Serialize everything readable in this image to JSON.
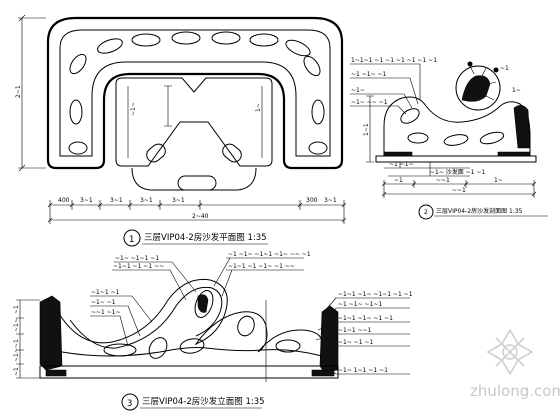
{
  "drawing": {
    "plan": {
      "caption_num": "1",
      "caption": "三层VIP04-2房沙发平面图 1:35",
      "top_dims": [
        "400",
        "3~1",
        "3~1",
        "3~1",
        "3~1",
        "300",
        "3~1"
      ],
      "total_dim": "2~40",
      "height_dim": "2~1",
      "inner_dims": [
        "~1~",
        "~~",
        "1~"
      ]
    },
    "section": {
      "caption_num": "2",
      "caption": "三层VIP04-2房沙发剖面图 1:35",
      "labels": [
        "1~1~1 ~1 ~1 ~1 ~1 ~1 ~1",
        "~1 ~1~ ~1",
        "~1~",
        "~1~ ~~ ~1"
      ],
      "bottom_labels": [
        "~1 ~1~",
        "~1~ 沙发面 ~1 ~1"
      ],
      "dims": [
        "1~1",
        "~1",
        "~~1",
        "1~"
      ],
      "total_dim": "~~1"
    },
    "elevation": {
      "caption_num": "3",
      "caption": "三层VIP04-2房沙发立面图 1:35",
      "labels_left": [
        "~1~ ~1~1 ~1",
        "~1~1 ~1 ~1 ~~",
        "~1~1 ~1",
        "~1~ ~1",
        "~~1 ~1~"
      ],
      "labels_top": [
        "~1 ~1~ ~1~1 ~1~ ~~ ~1",
        "~1~1 ~1 ~1~ ~1 ~~"
      ],
      "labels_right": [
        "~1~1 ~1~ ~1~1 ~1 ~1",
        "~1 ~1~ ~1~1",
        "~1~1 ~1~ ~1 ~1",
        "~1~1 ~~1",
        "~1~ ~1 ~1",
        "~1~ 1~1 ~1 ~1"
      ],
      "side_dims": [
        "~1",
        "~1~",
        "~1",
        "~1~",
        "~1"
      ]
    },
    "watermark": "zhulong.com"
  }
}
